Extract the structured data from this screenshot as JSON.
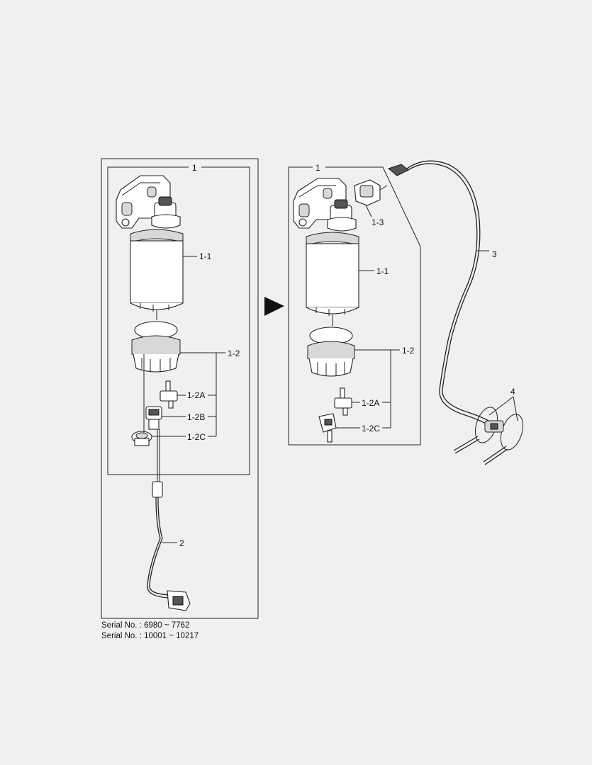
{
  "serials": [
    "Serial No. : 6980 ~ 7762",
    "Serial No. : 10001 ~ 10217"
  ],
  "left_group": {
    "labels": {
      "assembly": "1",
      "head_filter": "1-1",
      "bowl": "1-2",
      "sensor_a": "1-2A",
      "sensor_b": "1-2B",
      "drain_c": "1-2C",
      "harness": "2"
    }
  },
  "right_group": {
    "labels": {
      "assembly": "1",
      "connector": "1-3",
      "head_filter": "1-1",
      "bowl": "1-2",
      "sensor_a": "1-2A",
      "drain_c": "1-2C",
      "harness": "3",
      "cable_ties": "4"
    }
  },
  "icons": {
    "arrow": "right-triangle-arrow-icon"
  }
}
